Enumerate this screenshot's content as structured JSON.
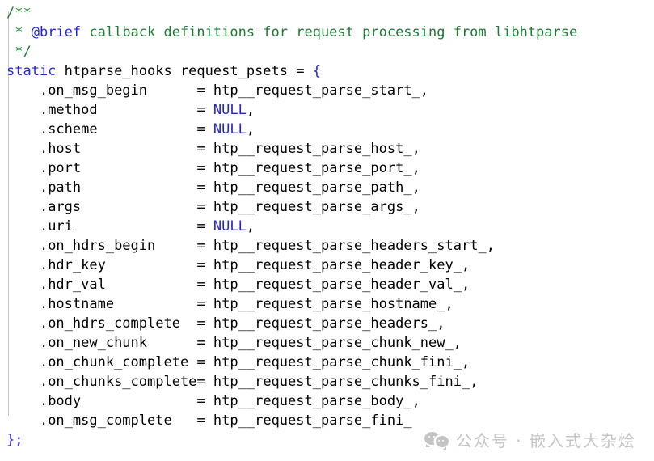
{
  "editor": {
    "language": "c",
    "background": "#ffffff",
    "colors": {
      "comment": "#1f7a33",
      "keyword": "#2424d8",
      "doctag": "#2424d8",
      "null_literal": "#2424d8",
      "brace": "#2424d8",
      "plain_text": "#000000",
      "indent_guide": "#c8c8c8",
      "watermark": "#c4c4c4"
    }
  },
  "code": {
    "comment_block": {
      "open": "/**",
      "body_star": " * ",
      "doc_tag": "@brief",
      "doc_text": " callback definitions for request processing from libhtparse",
      "close": " */"
    },
    "declaration": {
      "keyword": "static",
      "type_and_name": " htparse_hooks request_psets = ",
      "open_brace": "{"
    },
    "fields": [
      {
        "indent": "    ",
        "name": ".on_msg_begin",
        "pad": "      ",
        "eq": "= ",
        "value": "htp__request_parse_start_",
        "value_kind": "plain",
        "comma": ","
      },
      {
        "indent": "    ",
        "name": ".method",
        "pad": "            ",
        "eq": "= ",
        "value": "NULL",
        "value_kind": "null",
        "comma": ","
      },
      {
        "indent": "    ",
        "name": ".scheme",
        "pad": "            ",
        "eq": "= ",
        "value": "NULL",
        "value_kind": "null",
        "comma": ","
      },
      {
        "indent": "    ",
        "name": ".host",
        "pad": "              ",
        "eq": "= ",
        "value": "htp__request_parse_host_",
        "value_kind": "plain",
        "comma": ","
      },
      {
        "indent": "    ",
        "name": ".port",
        "pad": "              ",
        "eq": "= ",
        "value": "htp__request_parse_port_",
        "value_kind": "plain",
        "comma": ","
      },
      {
        "indent": "    ",
        "name": ".path",
        "pad": "              ",
        "eq": "= ",
        "value": "htp__request_parse_path_",
        "value_kind": "plain",
        "comma": ","
      },
      {
        "indent": "    ",
        "name": ".args",
        "pad": "              ",
        "eq": "= ",
        "value": "htp__request_parse_args_",
        "value_kind": "plain",
        "comma": ","
      },
      {
        "indent": "    ",
        "name": ".uri",
        "pad": "               ",
        "eq": "= ",
        "value": "NULL",
        "value_kind": "null",
        "comma": ","
      },
      {
        "indent": "    ",
        "name": ".on_hdrs_begin",
        "pad": "     ",
        "eq": "= ",
        "value": "htp__request_parse_headers_start_",
        "value_kind": "plain",
        "comma": ","
      },
      {
        "indent": "    ",
        "name": ".hdr_key",
        "pad": "           ",
        "eq": "= ",
        "value": "htp__request_parse_header_key_",
        "value_kind": "plain",
        "comma": ","
      },
      {
        "indent": "    ",
        "name": ".hdr_val",
        "pad": "           ",
        "eq": "= ",
        "value": "htp__request_parse_header_val_",
        "value_kind": "plain",
        "comma": ","
      },
      {
        "indent": "    ",
        "name": ".hostname",
        "pad": "          ",
        "eq": "= ",
        "value": "htp__request_parse_hostname_",
        "value_kind": "plain",
        "comma": ","
      },
      {
        "indent": "    ",
        "name": ".on_hdrs_complete",
        "pad": "  ",
        "eq": "= ",
        "value": "htp__request_parse_headers_",
        "value_kind": "plain",
        "comma": ","
      },
      {
        "indent": "    ",
        "name": ".on_new_chunk",
        "pad": "      ",
        "eq": "= ",
        "value": "htp__request_parse_chunk_new_",
        "value_kind": "plain",
        "comma": ","
      },
      {
        "indent": "    ",
        "name": ".on_chunk_complete",
        "pad": " ",
        "eq": "= ",
        "value": "htp__request_parse_chunk_fini_",
        "value_kind": "plain",
        "comma": ","
      },
      {
        "indent": "    ",
        "name": ".on_chunks_complete",
        "pad": "",
        "eq": "= ",
        "value": "htp__request_parse_chunks_fini_",
        "value_kind": "plain",
        "comma": ","
      },
      {
        "indent": "    ",
        "name": ".body",
        "pad": "              ",
        "eq": "= ",
        "value": "htp__request_parse_body_",
        "value_kind": "plain",
        "comma": ","
      },
      {
        "indent": "    ",
        "name": ".on_msg_complete",
        "pad": "   ",
        "eq": "= ",
        "value": "htp__request_parse_fini_",
        "value_kind": "plain",
        "comma": ""
      }
    ],
    "close_line": "};"
  },
  "watermark": {
    "icon": "wechat-icon",
    "text": "公众号 · 嵌入式大杂烩"
  }
}
